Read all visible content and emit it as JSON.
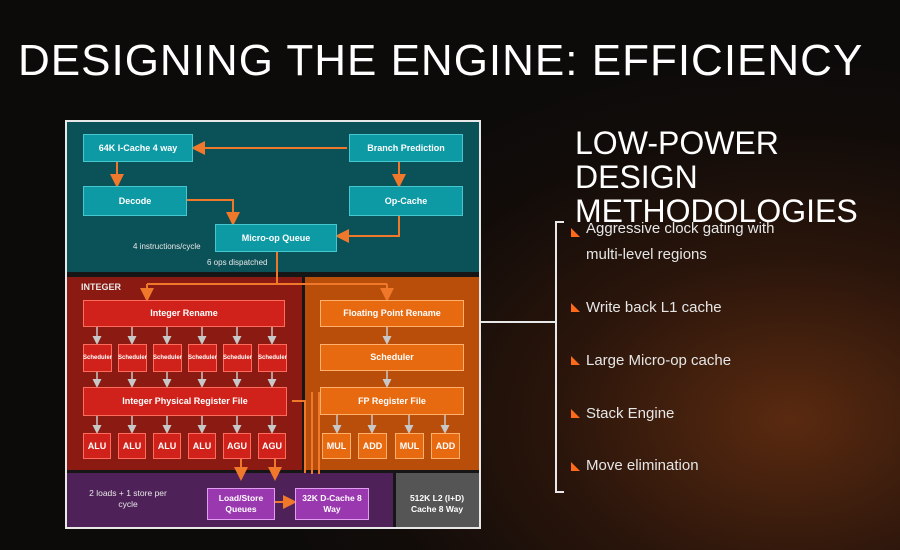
{
  "slide_title": "DESIGNING THE ENGINE: EFFICIENCY",
  "frontend": {
    "icache": "64K I-Cache 4 way",
    "branch_prediction": "Branch Prediction",
    "decode": "Decode",
    "op_cache": "Op-Cache",
    "microop_queue": "Micro-op Queue",
    "instructions_note": "4 instructions/cycle",
    "dispatch_note": "6 ops dispatched"
  },
  "integer": {
    "section_label": "INTEGER",
    "rename": "Integer Rename",
    "scheduler": "Scheduler",
    "register_file": "Integer Physical Register File",
    "units": [
      "ALU",
      "ALU",
      "ALU",
      "ALU",
      "AGU",
      "AGU"
    ]
  },
  "floating_point": {
    "rename": "Floating Point Rename",
    "scheduler": "Scheduler",
    "register_file": "FP Register File",
    "units": [
      "MUL",
      "ADD",
      "MUL",
      "ADD"
    ]
  },
  "memory": {
    "loads_note": "2 loads + 1 store per cycle",
    "load_store": "Load/Store Queues",
    "dcache": "32K D-Cache 8 Way",
    "l2": "512K L2 (I+D) Cache 8 Way"
  },
  "methodologies": {
    "heading": "LOW-POWER DESIGN METHODOLOGIES",
    "items": [
      "Aggressive clock gating with multi-level regions",
      "Write back L1 cache",
      "Large Micro-op cache",
      "Stack Engine",
      "Move elimination"
    ]
  },
  "colors": {
    "frontend_bg": "#0b5158",
    "teal_box": "#0e9aa4",
    "integer_bg": "#8a1a12",
    "fp_bg": "#b84e0a",
    "memory_bg": "#4e2258",
    "accent": "#ff6a1a"
  }
}
